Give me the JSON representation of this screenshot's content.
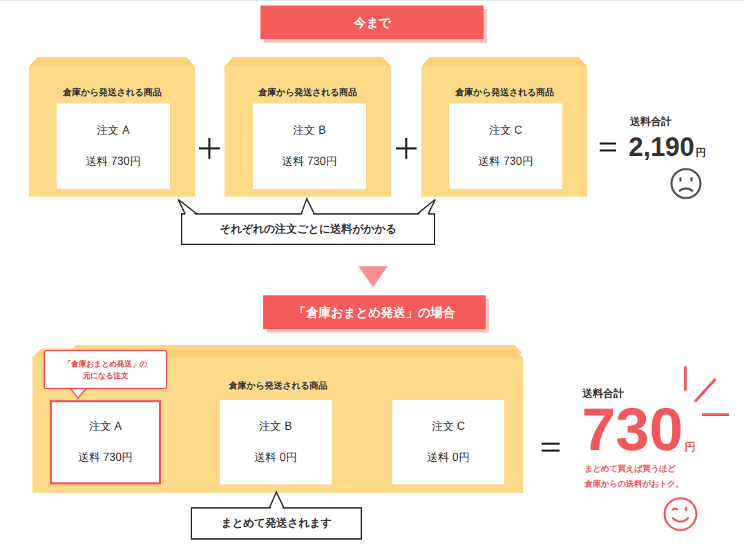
{
  "diagram": {
    "nodes": [
      {
        "text": [
          "今まで"
        ]
      },
      {
        "text": [
          "倉庫から発送される商品"
        ]
      },
      {
        "text": [
          "注文 A",
          "送料 730円"
        ],
        "in": 1
      },
      {
        "text": [
          "倉庫から発送される商品"
        ]
      },
      {
        "text": [
          "注文 B",
          "送料 730円"
        ],
        "in": 3
      },
      {
        "text": [
          "倉庫から発送される商品"
        ]
      },
      {
        "text": [
          "注文 C",
          "送料 730円"
        ],
        "in": 5
      },
      {
        "text": [
          "それぞれの注文ごとに送料がかかる"
        ]
      },
      {
        "text": [
          "「倉庫おまとめ発送」の場合"
        ]
      },
      {
        "text": [
          "「倉庫おまとめ発送」の元になる注文"
        ]
      },
      {
        "text": [
          "倉庫から発送される商品"
        ]
      },
      {
        "text": [
          "注文 A",
          "送料 730円"
        ],
        "in": 10
      },
      {
        "text": [
          "注文 B",
          "送料 0円"
        ],
        "in": 10
      },
      {
        "text": [
          "注文 C",
          "送料 0円"
        ],
        "in": 10
      },
      {
        "text": [
          "まとめて発送されます"
        ]
      }
    ],
    "labels": [
      "送料合計",
      "2,190",
      "円",
      "送料合計",
      "730",
      "円",
      "まとめて買えば買うほど 倉庫からの送料がおトク。"
    ]
  }
}
